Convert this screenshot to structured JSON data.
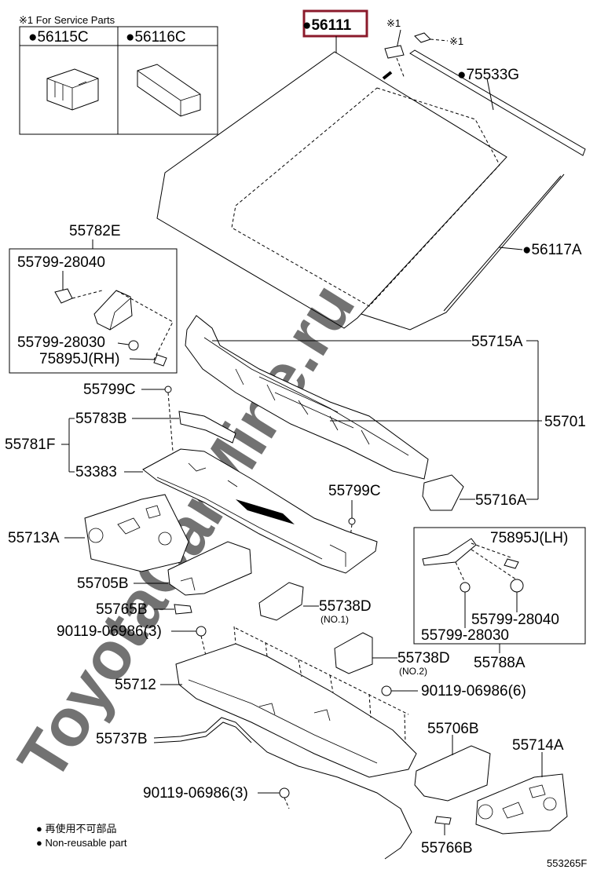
{
  "header_note": "※1 For Service Parts",
  "service_parts": [
    {
      "label": "●56115C"
    },
    {
      "label": "●56116C"
    }
  ],
  "highlighted_part": "●56111",
  "ref_marks": {
    "top": "※1",
    "side": "※1"
  },
  "parts": {
    "p75533G": "●75533G",
    "p56117A": "●56117A",
    "p55782E": "55782E",
    "p55799_28040_a": "55799-28040",
    "p55799_28030_a": "55799-28030",
    "p75895J_rh": "75895J(RH)",
    "p55715A": "55715A",
    "p55799C_a": "55799C",
    "p55783B": "55783B",
    "p55701": "55701",
    "p55781F": "55781F",
    "p53383": "53383",
    "p55799C_b": "55799C",
    "p55716A": "55716A",
    "p55713A": "55713A",
    "p75895J_lh": "75895J(LH)",
    "p55705B": "55705B",
    "p55799_28040_b": "55799-28040",
    "p55799_28030_b": "55799-28030",
    "p55788A": "55788A",
    "p55765B": "55765B",
    "p55738D_1": "55738D",
    "p55738D_1_sub": "(NO.1)",
    "p90119_a": "90119-06986(3)",
    "p55738D_2": "55738D",
    "p55738D_2_sub": "(NO.2)",
    "p55712": "55712",
    "p90119_b": "90119-06986(6)",
    "p55706B": "55706B",
    "p55737B": "55737B",
    "p55714A": "55714A",
    "p90119_c": "90119-06986(3)",
    "p55766B": "55766B"
  },
  "legend": {
    "line1": "● 再使用不可部品",
    "line2": "● Non-reusable part"
  },
  "figure_code": "553265F",
  "watermark": "ToyotaCarMine.ru",
  "colors": {
    "highlight": "#8b1a2b",
    "watermark": "#d9d9d9"
  }
}
